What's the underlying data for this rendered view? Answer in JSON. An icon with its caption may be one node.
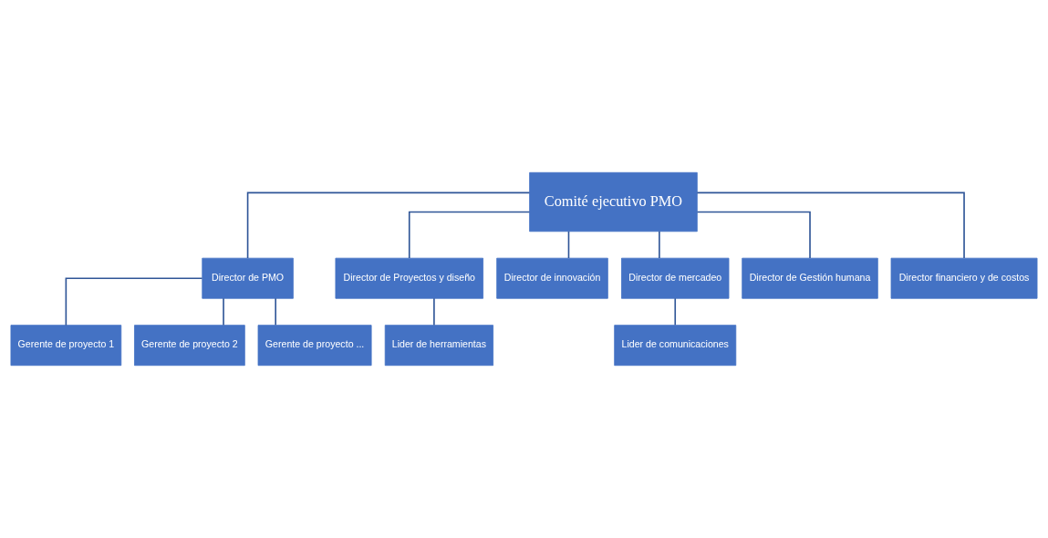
{
  "diagram": {
    "nodes": [
      {
        "text": [
          "Comité ejecutivo PMO"
        ]
      },
      {
        "text": [
          "Director de PMO"
        ]
      },
      {
        "text": [
          "Director de Proyectos y diseño"
        ]
      },
      {
        "text": [
          "Director de innovación"
        ]
      },
      {
        "text": [
          "Director de mercadeo"
        ]
      },
      {
        "text": [
          "Director de Gestión humana"
        ]
      },
      {
        "text": [
          "Director financiero y de costos"
        ]
      },
      {
        "text": [
          "Gerente de proyecto 1"
        ]
      },
      {
        "text": [
          "Gerente de proyecto 2"
        ]
      },
      {
        "text": [
          "Gerente de proyecto ..."
        ]
      },
      {
        "text": [
          "Lider de herramientas"
        ]
      },
      {
        "text": [
          "Lider de comunicaciones"
        ]
      }
    ],
    "edges": [
      {
        "from": 0,
        "to": 1,
        "arrow": "none"
      },
      {
        "from": 0,
        "to": 2,
        "arrow": "none"
      },
      {
        "from": 0,
        "to": 3,
        "arrow": "none"
      },
      {
        "from": 0,
        "to": 4,
        "arrow": "none"
      },
      {
        "from": 0,
        "to": 5,
        "arrow": "none"
      },
      {
        "from": 0,
        "to": 6,
        "arrow": "none"
      },
      {
        "from": 1,
        "to": 7,
        "arrow": "none"
      },
      {
        "from": 1,
        "to": 8,
        "arrow": "none"
      },
      {
        "from": 1,
        "to": 9,
        "arrow": "none"
      },
      {
        "from": 2,
        "to": 10,
        "arrow": "none"
      },
      {
        "from": 4,
        "to": 11,
        "arrow": "none"
      }
    ]
  }
}
